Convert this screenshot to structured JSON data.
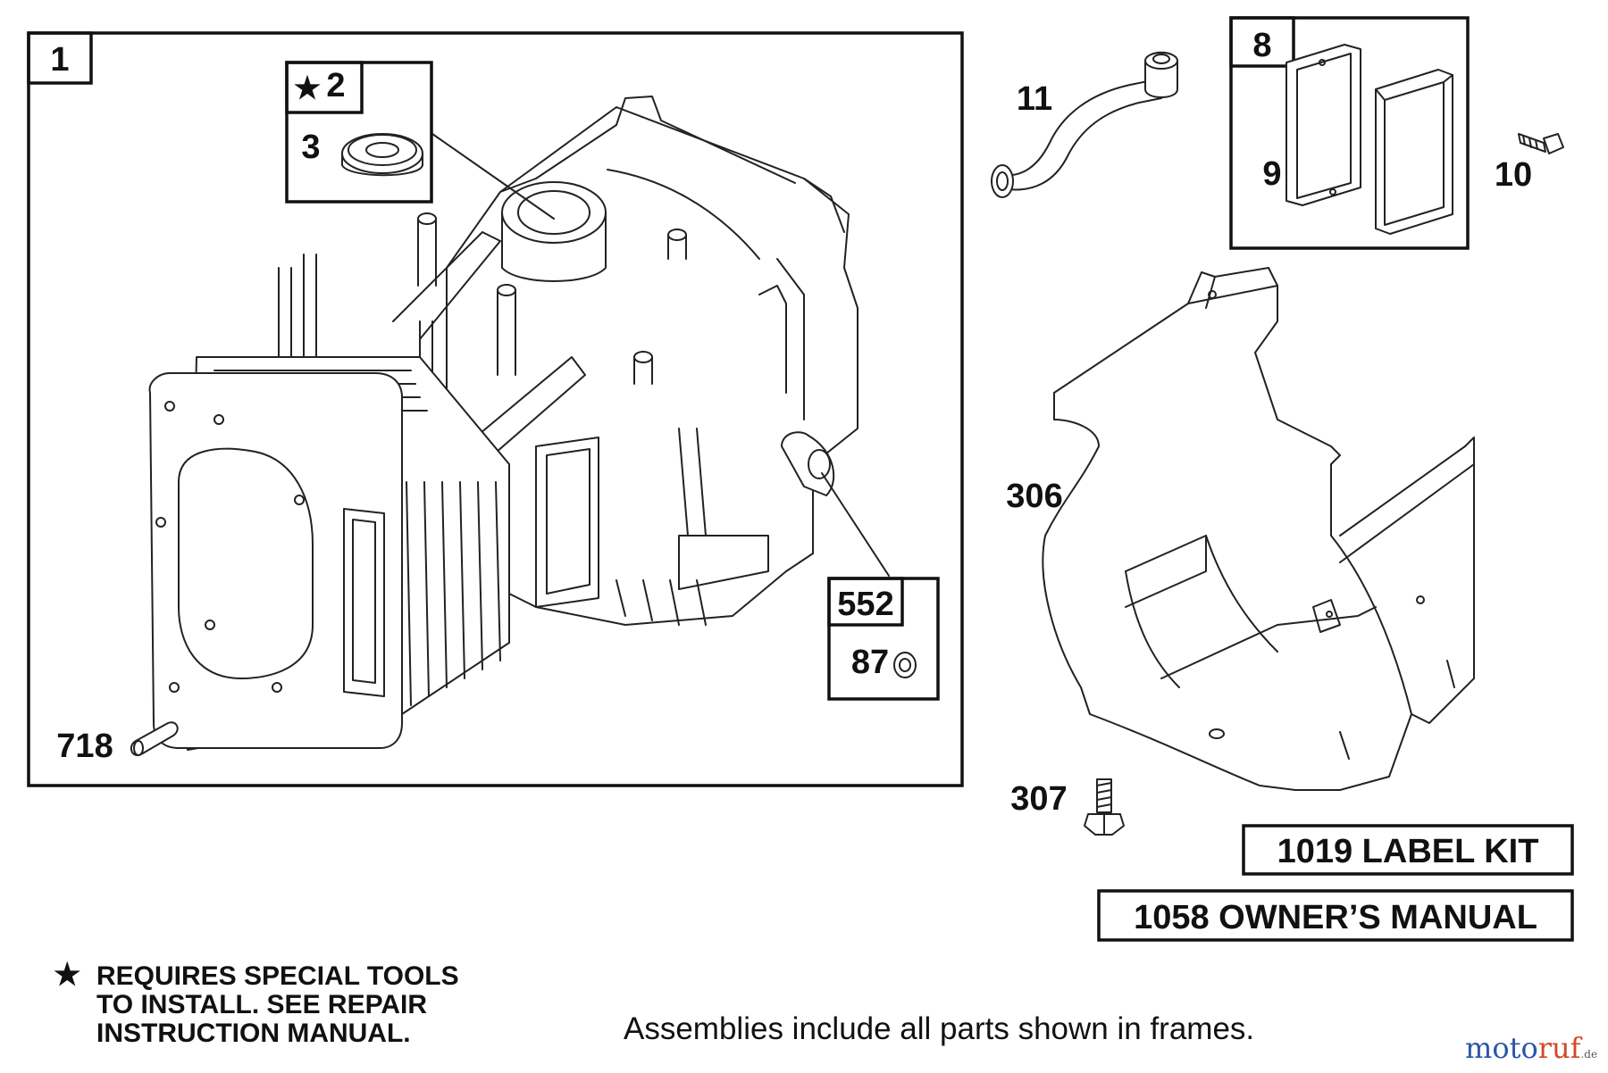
{
  "frames": {
    "engine_block": "1",
    "seal_group_star": "★",
    "seal_group": "2",
    "seal": "3",
    "breather_group": "552",
    "breather_seal": "87",
    "gasket_group": "8",
    "gasket": "9"
  },
  "callouts": {
    "tube": "11",
    "screw": "10",
    "shield": "306",
    "bolt": "307",
    "dowel_pin": "718"
  },
  "kits": {
    "label_kit": "1019 LABEL KIT",
    "owners_manual": "1058 OWNER’S MANUAL"
  },
  "notes": {
    "star": "★",
    "line1": "REQUIRES SPECIAL TOOLS",
    "line2": "TO INSTALL.  SEE REPAIR",
    "line3": "INSTRUCTION MANUAL.",
    "assemblies": "Assemblies include all parts shown in frames."
  },
  "watermark": {
    "part1": "moto",
    "part2": "ruf",
    "part3": ".de"
  }
}
